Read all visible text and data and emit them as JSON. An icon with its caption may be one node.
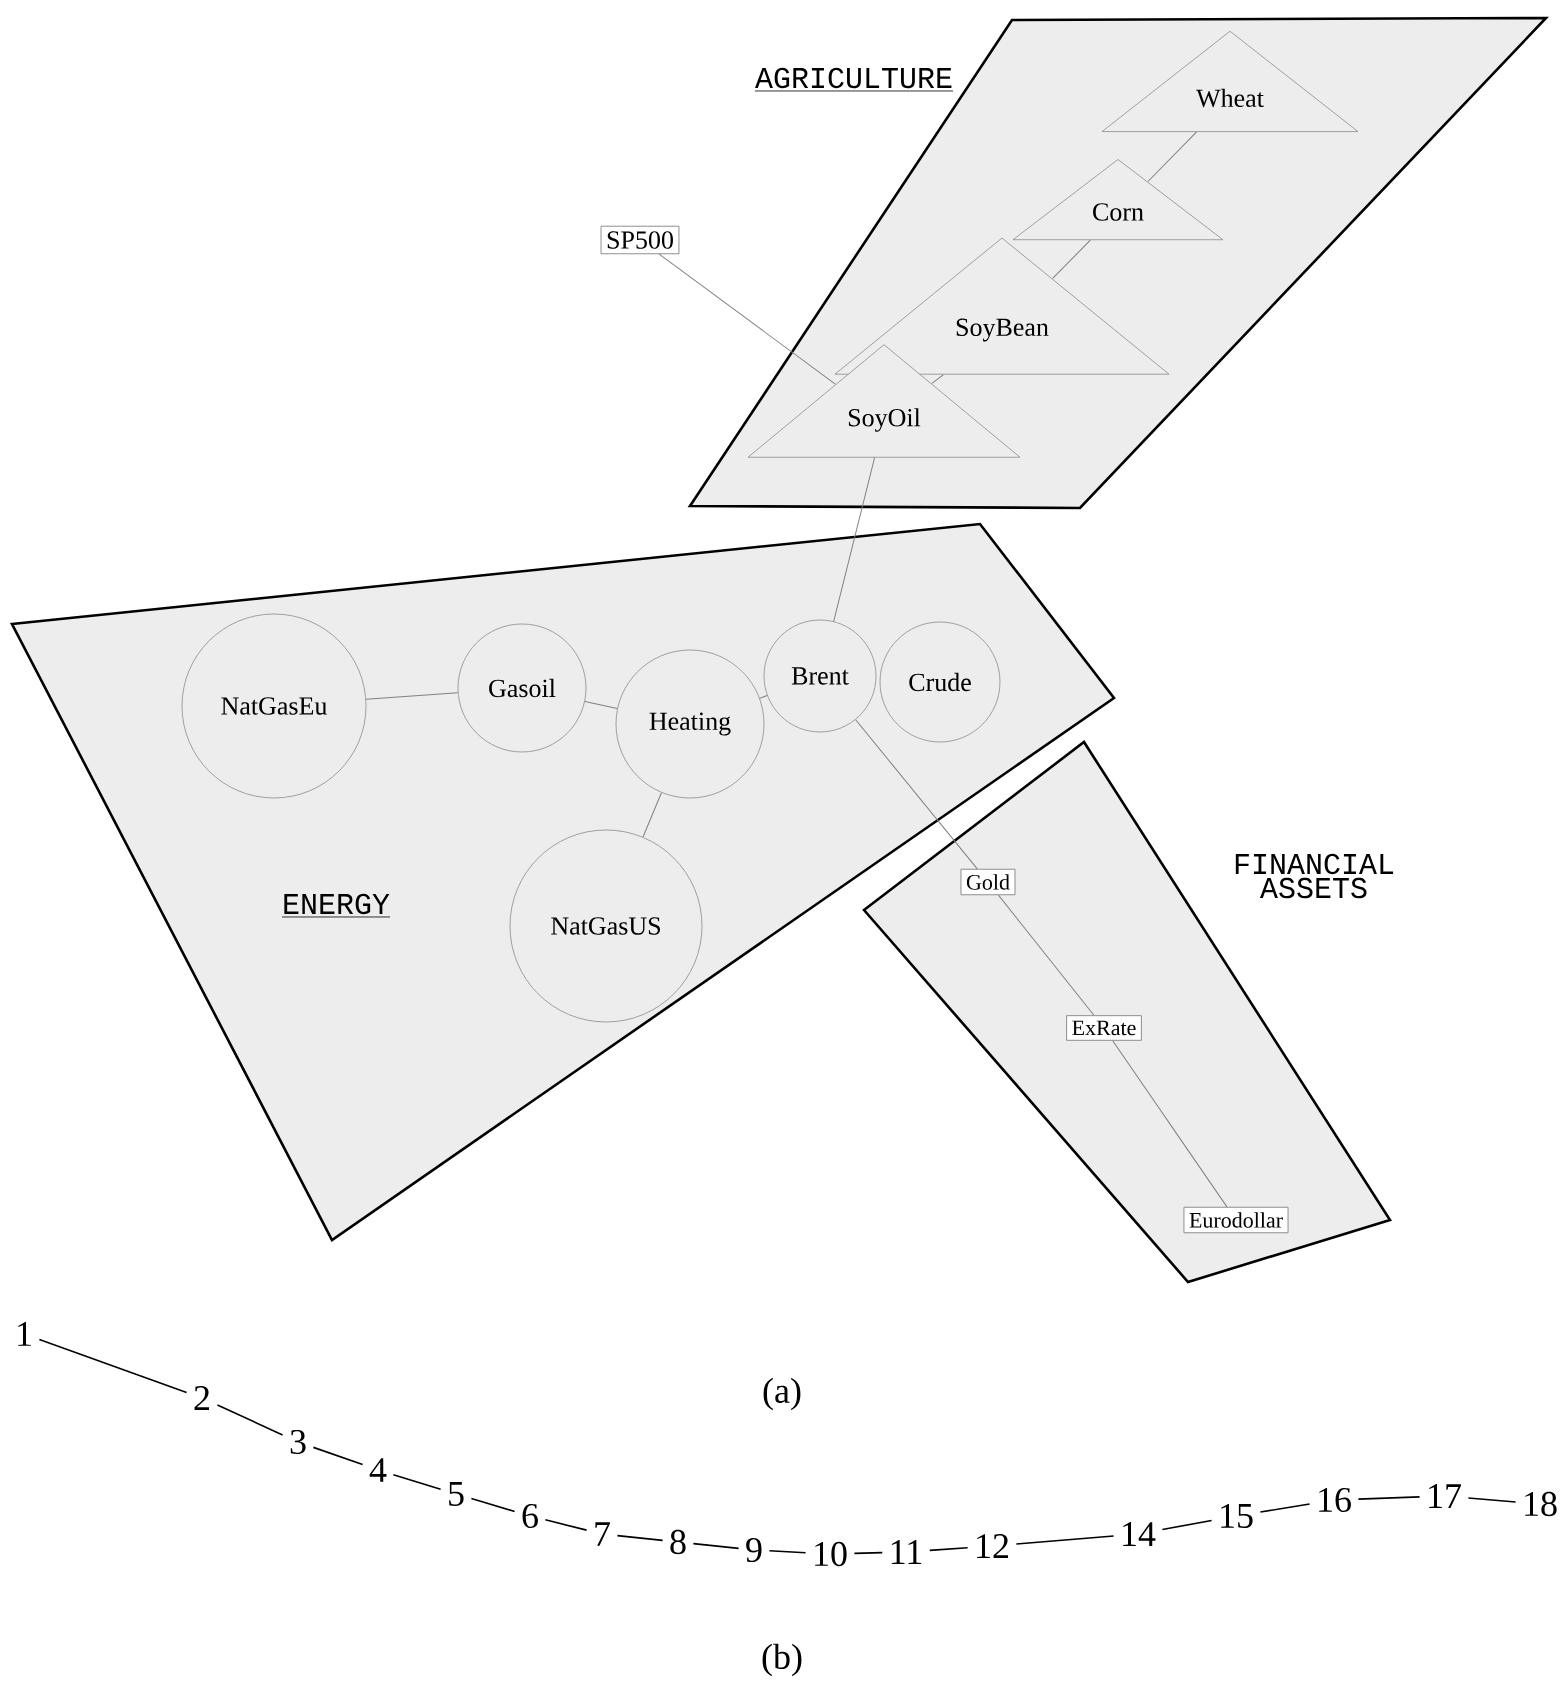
{
  "diagram": {
    "nodes": [
      {
        "text": [
          "AGRICULTURE"
        ]
      },
      {
        "text": [
          "Wheat"
        ],
        "in": 0
      },
      {
        "text": [
          "Corn"
        ],
        "in": 0
      },
      {
        "text": [
          "SoyBean"
        ],
        "in": 0
      },
      {
        "text": [
          "SoyOil"
        ],
        "in": 0
      },
      {
        "text": [
          "SP500"
        ]
      },
      {
        "text": [
          "ENERGY"
        ]
      },
      {
        "text": [
          "NatGasEu"
        ],
        "in": 6
      },
      {
        "text": [
          "Gasoil"
        ],
        "in": 6
      },
      {
        "text": [
          "Heating"
        ],
        "in": 6
      },
      {
        "text": [
          "Brent"
        ],
        "in": 6
      },
      {
        "text": [
          "Crude"
        ],
        "in": 6
      },
      {
        "text": [
          "NatGasUS"
        ],
        "in": 6
      },
      {
        "text": [
          "FINANCIAL ASSETS"
        ]
      },
      {
        "text": [
          "Gold"
        ],
        "in": 13
      },
      {
        "text": [
          "ExRate"
        ],
        "in": 13
      },
      {
        "text": [
          "Eurodollar"
        ],
        "in": 13
      },
      {
        "text": [
          "1"
        ]
      },
      {
        "text": [
          "2"
        ]
      },
      {
        "text": [
          "3"
        ]
      },
      {
        "text": [
          "4"
        ]
      },
      {
        "text": [
          "5"
        ]
      },
      {
        "text": [
          "6"
        ]
      },
      {
        "text": [
          "7"
        ]
      },
      {
        "text": [
          "8"
        ]
      },
      {
        "text": [
          "9"
        ]
      },
      {
        "text": [
          "10"
        ]
      },
      {
        "text": [
          "11"
        ]
      },
      {
        "text": [
          "12"
        ]
      },
      {
        "text": [
          "14"
        ]
      },
      {
        "text": [
          "15"
        ]
      },
      {
        "text": [
          "16"
        ]
      },
      {
        "text": [
          "17"
        ]
      },
      {
        "text": [
          "18"
        ]
      }
    ],
    "edges": [
      {
        "from": 1,
        "to": 2,
        "arrow": "none",
        "color": "#808080"
      },
      {
        "from": 2,
        "to": 3,
        "arrow": "none",
        "color": "#808080"
      },
      {
        "from": 3,
        "to": 4,
        "arrow": "none",
        "color": "#808080"
      },
      {
        "from": 5,
        "to": 4,
        "arrow": "none",
        "color": "#808080"
      },
      {
        "from": 4,
        "to": 10,
        "arrow": "none",
        "color": "#808080"
      },
      {
        "from": 7,
        "to": 8,
        "arrow": "none",
        "color": "#808080"
      },
      {
        "from": 8,
        "to": 9,
        "arrow": "none",
        "color": "#808080"
      },
      {
        "from": 9,
        "to": 10,
        "arrow": "none",
        "color": "#808080"
      },
      {
        "from": 9,
        "to": 12,
        "arrow": "none",
        "color": "#808080"
      },
      {
        "from": 10,
        "to": 14,
        "arrow": "none",
        "color": "#808080"
      },
      {
        "from": 14,
        "to": 15,
        "arrow": "none",
        "color": "#808080"
      },
      {
        "from": 15,
        "to": 16,
        "arrow": "none",
        "color": "#808080"
      },
      {
        "from": 17,
        "to": 18,
        "arrow": "none"
      },
      {
        "from": 18,
        "to": 19,
        "arrow": "none"
      },
      {
        "from": 19,
        "to": 20,
        "arrow": "none"
      },
      {
        "from": 20,
        "to": 21,
        "arrow": "none"
      },
      {
        "from": 21,
        "to": 22,
        "arrow": "none"
      },
      {
        "from": 22,
        "to": 23,
        "arrow": "none"
      },
      {
        "from": 23,
        "to": 24,
        "arrow": "none"
      },
      {
        "from": 24,
        "to": 25,
        "arrow": "none"
      },
      {
        "from": 25,
        "to": 26,
        "arrow": "none"
      },
      {
        "from": 26,
        "to": 27,
        "arrow": "none"
      },
      {
        "from": 27,
        "to": 28,
        "arrow": "none"
      },
      {
        "from": 28,
        "to": 29,
        "arrow": "none"
      },
      {
        "from": 29,
        "to": 30,
        "arrow": "none"
      },
      {
        "from": 30,
        "to": 31,
        "arrow": "none"
      },
      {
        "from": 31,
        "to": 32,
        "arrow": "none"
      },
      {
        "from": 32,
        "to": 33,
        "arrow": "none"
      }
    ],
    "labels": [
      "(a)",
      "(b)"
    ]
  }
}
